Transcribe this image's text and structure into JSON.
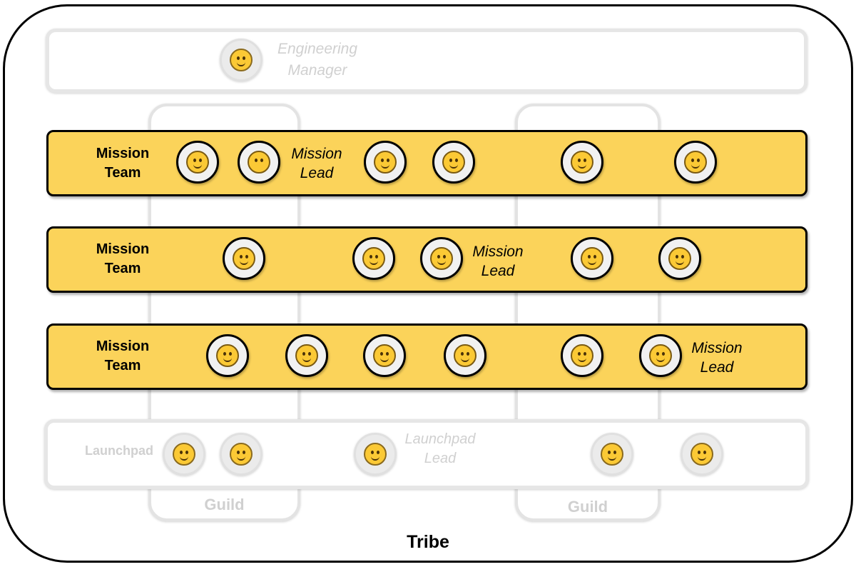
{
  "tribe_label": "Tribe",
  "engineering_manager": {
    "label_line1": "Engineering",
    "label_line2": "Manager",
    "icon": "slight-smile-icon"
  },
  "guilds": [
    {
      "label": "Guild"
    },
    {
      "label": "Guild"
    }
  ],
  "mission_teams": [
    {
      "label_line1": "Mission",
      "label_line2": "Team",
      "lead_line1": "Mission",
      "lead_line2": "Lead",
      "members": [
        "confused-face-icon",
        "no-mouth-face-icon",
        "laughing-face-icon",
        "expressionless-face-icon",
        "winking-face-icon",
        "surprised-face-icon"
      ]
    },
    {
      "label_line1": "Mission",
      "label_line2": "Team",
      "lead_line1": "Mission",
      "lead_line2": "Lead",
      "members": [
        "tears-of-joy-face-icon",
        "star-struck-face-icon",
        "persevering-face-icon",
        "smiling-face-icon",
        "grinning-face-icon"
      ]
    },
    {
      "label_line1": "Mission",
      "label_line2": "Team",
      "lead_line1": "Mission",
      "lead_line2": "Lead",
      "members": [
        "neutral-face-icon",
        "yum-face-icon",
        "rolling-laughing-face-icon",
        "hushed-face-icon",
        "shushing-face-icon",
        "sunglasses-face-icon"
      ]
    }
  ],
  "launchpad": {
    "label": "Launchpad",
    "lead_line1": "Launchpad",
    "lead_line2": "Lead",
    "members": [
      "relieved-face-icon",
      "squinting-face-icon",
      "zipper-mouth-face-icon",
      "hugging-face-icon",
      "hugging-face-icon"
    ]
  }
}
